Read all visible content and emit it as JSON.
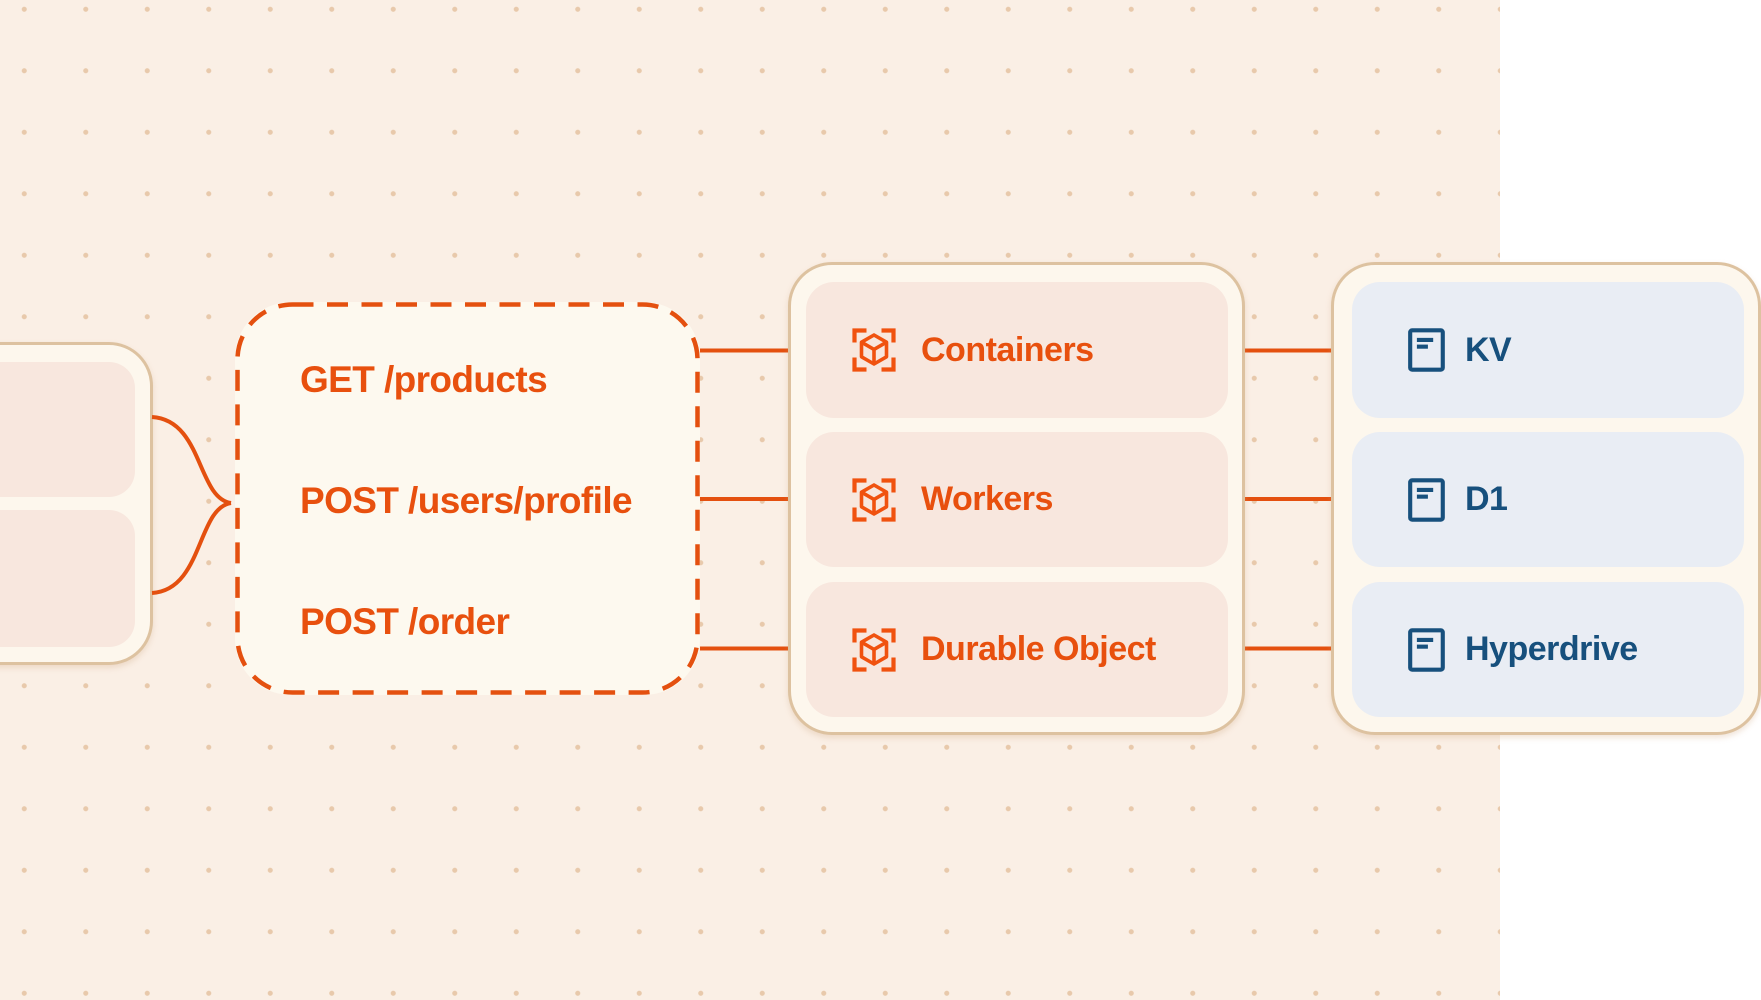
{
  "colors": {
    "background": "#faefe5",
    "dot_grid": "#e8c9ab",
    "node_fill": "#fdf7ed",
    "node_border": "#ddc2a0",
    "accent_orange": "#e8500e",
    "pink_item_fill": "#f8e7de",
    "blue_item_fill": "#e9edf4",
    "navy": "#17507d"
  },
  "routes_node": {
    "lines": [
      "GET /products",
      "POST /users/profile",
      "POST /order"
    ]
  },
  "compute_node": {
    "items": [
      {
        "icon": "cube-brackets-icon",
        "label": "Containers"
      },
      {
        "icon": "cube-brackets-icon",
        "label": "Workers"
      },
      {
        "icon": "cube-brackets-icon",
        "label": "Durable Object"
      }
    ]
  },
  "storage_node": {
    "items": [
      {
        "icon": "document-icon",
        "label": "KV"
      },
      {
        "icon": "document-icon",
        "label": "D1"
      },
      {
        "icon": "document-icon",
        "label": "Hyperdrive"
      }
    ]
  }
}
